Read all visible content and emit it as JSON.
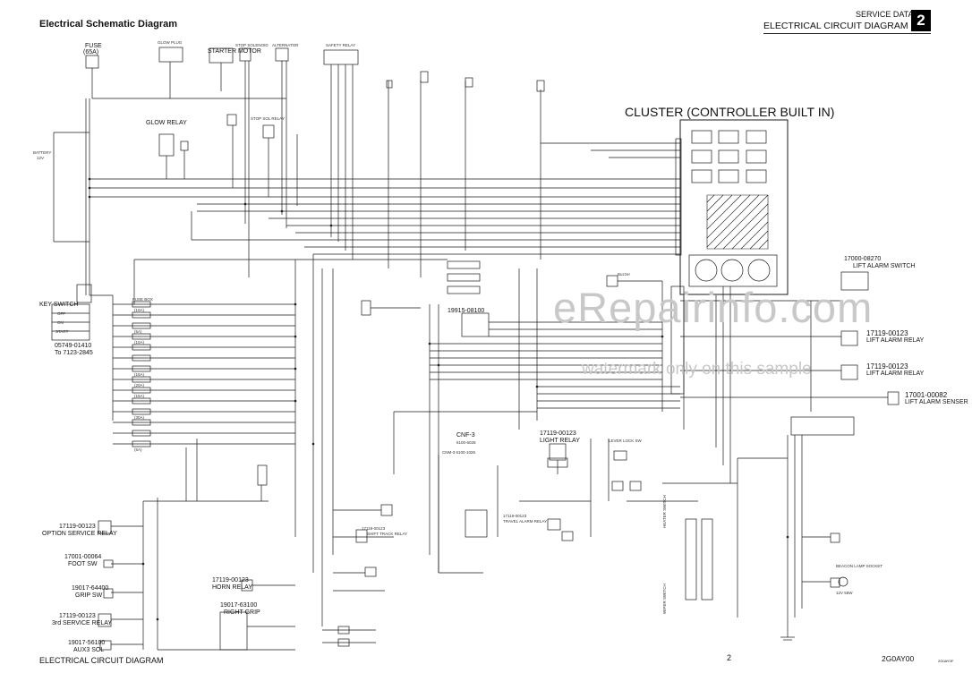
{
  "header": {
    "title": "Electrical Schematic Diagram",
    "service_data": "SERVICE DATA",
    "circuit_title": "ELECTRICAL CIRCUIT DIAGRAM",
    "section_number": "2"
  },
  "footer": {
    "left": "ELECTRICAL CIRCUIT DIAGRAM",
    "page": "2",
    "code": "2G0AY00",
    "mini": "2G0AY0F"
  },
  "cluster": {
    "title": "CLUSTER (CONTROLLER BUILT IN)"
  },
  "watermark": {
    "line1": "eRepairinfo.com",
    "line2": "watermark only on this sample"
  },
  "components": {
    "fuse_top": "FUSE",
    "fuse_top_rating": "(65A)",
    "glow_plug": "GLOW PLUG",
    "starter_motor": "STARTER MOTOR",
    "stop_solenoid": "STOP SOLENOID",
    "alternator": "ALTERNATOR",
    "safety_relay": "SAFETY RELAY",
    "glow_relay": "GLOW RELAY",
    "stop_sol_relay": "STOP SOL RELAY",
    "battery": "BATTERY",
    "battery_voltage": "12V",
    "key_switch": "KEY SWITCH",
    "key_part": "05749-01410",
    "key_part2": "To 7123-2845",
    "key_off": "OFF",
    "key_on": "ON",
    "key_start": "START",
    "light_relay_code": "17119-00123",
    "light_relay": "LIGHT RELAY",
    "relay_19915": "19915-08100",
    "lift_alarm_switch_code": "17000-08270",
    "lift_alarm_switch": "LIFT ALARM SWITCH",
    "lift_alarm_relay_code": "17119-00123",
    "lift_alarm_relay": "LIFT ALARM RELAY",
    "lift_alarm_relay2_code": "17119-00123",
    "lift_alarm_relay2": "LIFT ALARM RELAY",
    "lift_alarm_senser_code": "17001-00082",
    "lift_alarm_senser": "LIFT ALARM SENSER",
    "buzzer": "Buzzer",
    "option_relay_code": "17119-00123",
    "option_relay": "OPTION SERVICE RELAY",
    "foot_sw_code": "17001-00064",
    "foot_sw": "FOOT SW",
    "grip_sw_code": "19017-64400",
    "grip_sw": "GRIP SW",
    "third_relay_code": "17119-00123",
    "third_relay": "3rd SERVICE RELAY",
    "aux3_code": "19017-56100",
    "aux3": "AUX3 SOL",
    "horn_relay_code": "17119-00123",
    "horn_relay": "HORN  RELAY",
    "right_grip_code": "19017-63100",
    "right_grip": "RIGHT GRIP",
    "shift_relay_code": "17119-00123",
    "shift_relay": "SHIFT TRACK RELAY",
    "travel_relay_code": "17119-00123",
    "travel_relay": "TRAVEL ALARM RELAY",
    "cnf": "CNF-3",
    "cnf_code": "6100-5026",
    "cnm": "CNM-3 6100-1026",
    "lever_lock_sw": "LEVER LOCK SW",
    "heater_switch": "HEATER SWITCH",
    "wiper_switch": "WIPER SWITCH",
    "beacon_lamp": "BEACON LAMP SOCKET",
    "lamp_rating": "12V 55W",
    "fuse_box": "FUSE BOX",
    "f10a": "(10A)",
    "f15a": "(15A)",
    "f5a": "(5A)",
    "f20a": "(20A)",
    "f30a": "(30A)"
  },
  "colors": {
    "line": "#1a1a1a",
    "watermark": "#c8c8c8"
  }
}
